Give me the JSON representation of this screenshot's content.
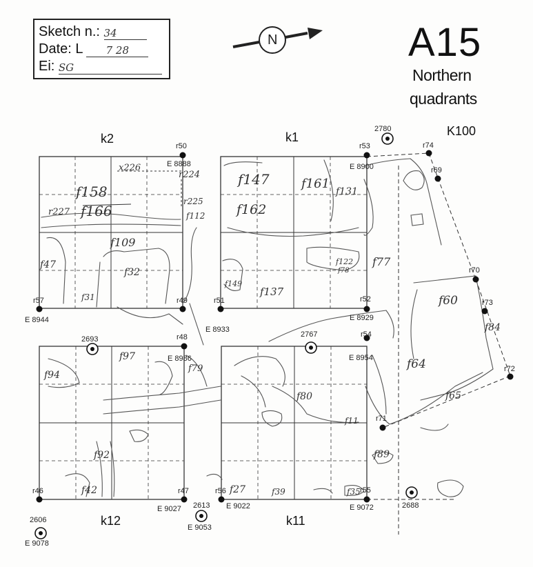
{
  "header": {
    "sketch_label": "Sketch n.:",
    "sketch_value": "34",
    "date_label": "Date: L",
    "date_value": "7 28",
    "ei_label": "Ei:",
    "ei_value": "SG",
    "north_label": "N",
    "title": "A15",
    "subtitle_line1": "Northern",
    "subtitle_line2": "quadrants"
  },
  "quadrants": {
    "k2": "k2",
    "k1": "k1",
    "k100": "K100",
    "k12": "k12",
    "k11": "k11"
  },
  "points": {
    "r50": "r50",
    "e8888": "E 8888",
    "r53": "r53",
    "e8900": "E 8900",
    "r74": "r74",
    "r69": "r69",
    "r57": "r57",
    "e8944": "E 8944",
    "r49": "r49",
    "e8933": "E 8933",
    "r51": "r51",
    "r52": "r52",
    "e8929": "E 8929",
    "r70": "r70",
    "r73": "r73",
    "r48": "r48",
    "e8986": "E 8986",
    "r54": "r54",
    "e8954": "E 8954",
    "r72": "r72",
    "r71": "r71",
    "r46": "r46",
    "r47": "r47",
    "e9027": "E 9027",
    "r56": "r56",
    "e9022": "E 9022",
    "r55": "r55",
    "e9072": "E 9072"
  },
  "benchmarks": {
    "b2780": "2780",
    "b2693": "2693",
    "b2767": "2767",
    "b2613": "2613",
    "e9053": "E 9053",
    "b2688": "2688",
    "b2606": "2606",
    "e9078": "E 9078"
  },
  "features": {
    "x226": "x226",
    "r224": "r224",
    "r225": "r225",
    "f112": "f112",
    "f158": "f158",
    "r227": "r227",
    "f166": "f166",
    "f109": "f109",
    "f47": "f47",
    "f32": "f32",
    "f31": "f31",
    "f147": "f147",
    "f161": "f161",
    "f131": "f131",
    "f162": "f162",
    "f149": "f149",
    "f137": "f137",
    "f122": "f122",
    "f78": "f78",
    "f77": "f77",
    "f60": "f60",
    "f84": "f84",
    "f64": "f64",
    "f65": "f65",
    "f94": "f94",
    "f97": "f97",
    "f79": "f79",
    "f80": "f80",
    "f92": "f92",
    "f42": "f42",
    "f11": "f11",
    "f89": "f89",
    "f27": "f27",
    "f39": "f39",
    "f35": "f35"
  }
}
